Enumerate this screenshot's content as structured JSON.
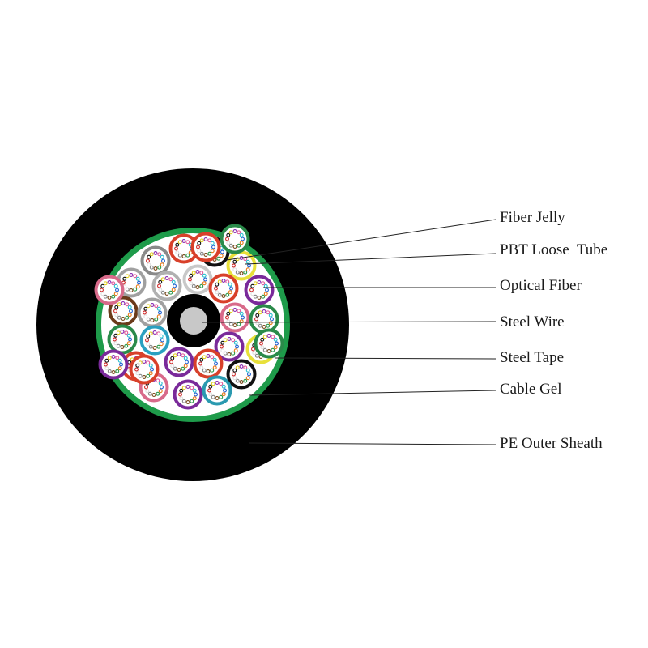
{
  "labels": {
    "fiber_jelly": "Fiber Jelly",
    "pbt_loose_tube": "PBT Loose  Tube",
    "optical_fiber": "Optical Fiber",
    "steel_wire": "Steel Wire",
    "steel_tape": "Steel Tape",
    "cable_gel": "Cable Gel",
    "pe_outer_sheath": "PE Outer Sheath"
  },
  "colors": {
    "sheath": "#000000",
    "steel_tape": "#1e9b4a",
    "core_fill": "#ffffff",
    "central_wire": "#c8c8c8",
    "leader_line": "#222222"
  },
  "tube_count": 30,
  "tube_colors": [
    "#d8402a",
    "#111111",
    "#e8e03a",
    "#8a8a8a",
    "#a0a0a0",
    "#b0b0b0",
    "#c8c8c8",
    "#d8402a",
    "#7a2a9a",
    "#6b3a1a",
    "#a0a0a0",
    "#d86a8a",
    "#2a8a4a",
    "#2a8a4a",
    "#2aa0c0",
    "#7a2a9a",
    "#e8e03a",
    "#d8402a",
    "#7a2a9a",
    "#d8402a",
    "#111111",
    "#d86a8a",
    "#7a2a9a",
    "#2a9ab0",
    "#d86a8a",
    "#2a8a4a",
    "#d8402a",
    "#7a2a9a",
    "#2a8a4a",
    "#d8402a"
  ]
}
